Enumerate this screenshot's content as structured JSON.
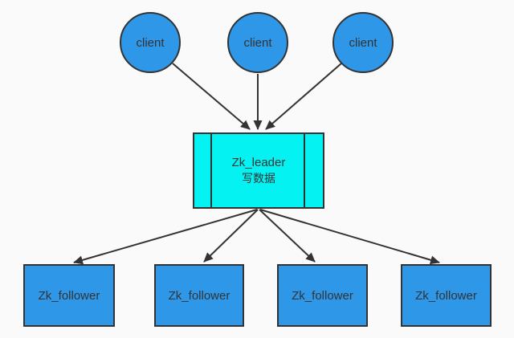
{
  "diagram": {
    "title_hint": "ZooKeeper write-path architecture",
    "colors": {
      "background": "#fafafa",
      "stroke": "#333333",
      "text": "#333333",
      "client_fill": "#2e97e8",
      "follower_fill": "#2e97e8",
      "leader_fill": "#04f2f2"
    },
    "clients": [
      {
        "label": "client"
      },
      {
        "label": "client"
      },
      {
        "label": "client"
      }
    ],
    "leader": {
      "title": "Zk_leader",
      "subtitle": "写数据"
    },
    "followers": [
      {
        "label": "Zk_follower"
      },
      {
        "label": "Zk_follower"
      },
      {
        "label": "Zk_follower"
      },
      {
        "label": "Zk_follower"
      }
    ],
    "edges": [
      {
        "from": "client-1",
        "to": "zk-leader"
      },
      {
        "from": "client-2",
        "to": "zk-leader"
      },
      {
        "from": "client-3",
        "to": "zk-leader"
      },
      {
        "from": "zk-leader",
        "to": "zk-follower-1"
      },
      {
        "from": "zk-leader",
        "to": "zk-follower-2"
      },
      {
        "from": "zk-leader",
        "to": "zk-follower-3"
      },
      {
        "from": "zk-leader",
        "to": "zk-follower-4"
      }
    ]
  }
}
